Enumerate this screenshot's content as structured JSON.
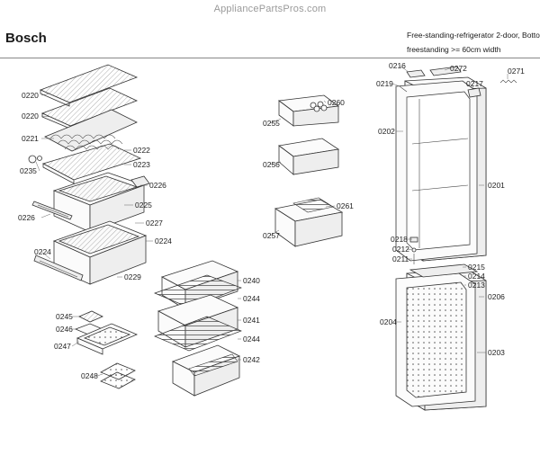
{
  "header": {
    "watermark": "AppliancePartsPros.com",
    "brand": "Bosch",
    "description_line1": "Free-standing-refrigerator 2-door, Botto",
    "description_line2": "freestanding >= 60cm width"
  },
  "callouts": {
    "c0220a": "0220",
    "c0220b": "0220",
    "c0221": "0221",
    "c0222": "0222",
    "c0223": "0223",
    "c0235": "0235",
    "c0226a": "0226",
    "c0225": "0225",
    "c0226b": "0226",
    "c0227": "0227",
    "c0224a": "0224",
    "c0224b": "0224",
    "c0229": "0229",
    "c0255": "0255",
    "c0260": "0260",
    "c0256": "0256",
    "c0261": "0261",
    "c0257": "0257",
    "c0240": "0240",
    "c0244a": "0244",
    "c0241": "0241",
    "c0244b": "0244",
    "c0242": "0242",
    "c0245": "0245",
    "c0246": "0246",
    "c0247": "0247",
    "c0248": "0248",
    "c0216": "0216",
    "c0272": "0272",
    "c0271": "0271",
    "c0219": "0219",
    "c0217": "0217",
    "c0202": "0202",
    "c0201": "0201",
    "c0218": "0218",
    "c0212": "0212",
    "c0211": "0211",
    "c0215": "0215",
    "c0214": "0214",
    "c0213": "0213",
    "c0206": "0206",
    "c0204": "0204",
    "c0203": "0203"
  }
}
